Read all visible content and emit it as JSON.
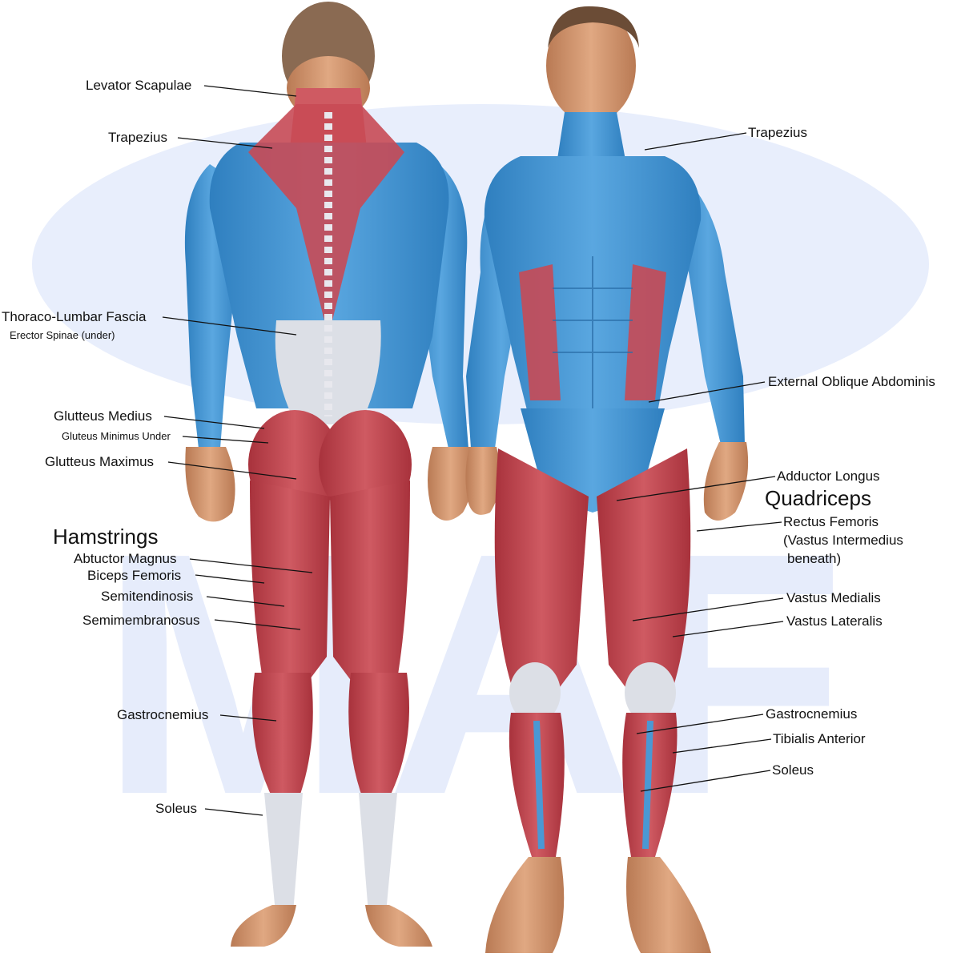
{
  "labels": {
    "levator_scapulae": "Levator Scapulae",
    "trapezius_back": "Trapezius",
    "thoraco_lumbar_fascia": "Thoraco-Lumbar Fascia",
    "erector_spinae": "Erector Spinae (under)",
    "glutteus_medius": "Glutteus Medius",
    "gluteus_minimus": "Gluteus Minimus Under",
    "glutteus_maximus": "Glutteus Maximus",
    "hamstrings": "Hamstrings",
    "abtuctor_magnus": "Abtuctor Magnus",
    "biceps_femoris": "Biceps Femoris",
    "semitendinosis": "Semitendinosis",
    "semimembranosus": "Semimembranosus",
    "gastrocnemius_back": "Gastrocnemius",
    "soleus_back": "Soleus",
    "trapezius_front": "Trapezius",
    "external_oblique": "External Oblique Abdominis",
    "adductor_longus": "Adductor Longus",
    "quadriceps": "Quadriceps",
    "rectus_femoris": "Rectus Femoris",
    "vastus_intermedius_1": "(Vastus Intermedius",
    "vastus_intermedius_2": "beneath)",
    "vastus_medialis": "Vastus Medialis",
    "vastus_lateralis": "Vastus Lateralis",
    "gastrocnemius_front": "Gastrocnemius",
    "tibialis_anterior": "Tibialis Anterior",
    "soleus_front": "Soleus"
  },
  "watermark": "MAF",
  "colors": {
    "muscle_blue": "#4a98d4",
    "muscle_red": "#c2454f",
    "skin": "#d39a72",
    "fascia": "#dcdfe6",
    "watermark": "#e8eefc"
  }
}
